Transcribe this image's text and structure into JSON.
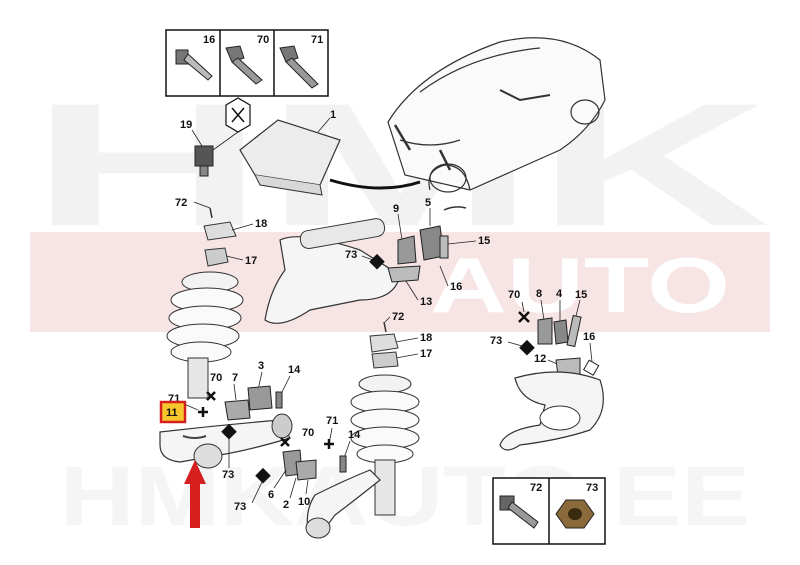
{
  "watermark": {
    "brand_top": "HMK",
    "brand_sub": "AUTO",
    "domain": "HMKAUTO.EE",
    "color_red": "#e8a6a6",
    "color_grey": "#d9d9d9"
  },
  "fastener_box_top": {
    "labels": [
      "16",
      "70",
      "71"
    ]
  },
  "fastener_box_bottom": {
    "labels": [
      "72",
      "73"
    ]
  },
  "highlight": {
    "label": "11",
    "fill": "#f7c52c",
    "border": "#d62020"
  },
  "arrow": {
    "color": "#d62020"
  },
  "labels": {
    "l1": "1",
    "l19": "19",
    "l72a": "72",
    "l18a": "18",
    "l17a": "17",
    "l9": "9",
    "l5": "5",
    "l15a": "15",
    "l73a": "73",
    "l16a": "16",
    "l13": "13",
    "l72b": "72",
    "l18b": "18",
    "l17b": "17",
    "l70a": "70",
    "l8": "8",
    "l4": "4",
    "l15b": "15",
    "l73b": "73",
    "l16b": "16",
    "l12": "12",
    "l71a": "71",
    "l70b": "70",
    "l7": "7",
    "l3": "3",
    "l14a": "14",
    "l73c": "73",
    "l71b": "71",
    "l70c": "70",
    "l14b": "14",
    "l6": "6",
    "l2": "2",
    "l10": "10",
    "l73d": "73"
  }
}
